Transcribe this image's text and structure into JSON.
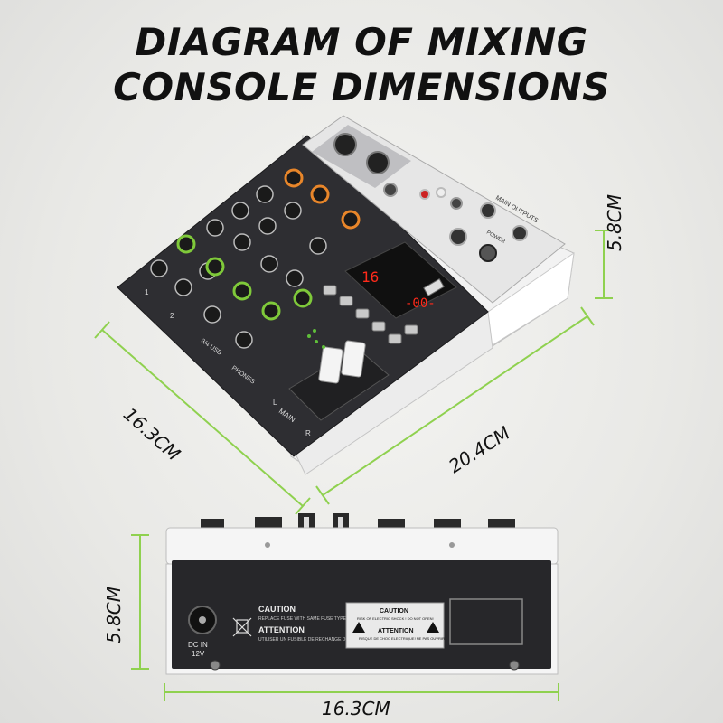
{
  "title": {
    "line1": "DIAGRAM OF MIXING",
    "line2": "CONSOLE DIMENSIONS"
  },
  "dimensions": {
    "top_height": "5.8CM",
    "top_depth": "16.3CM",
    "top_width": "20.4CM",
    "bottom_height": "5.8CM",
    "bottom_depth": "16.3CM"
  },
  "colors": {
    "dimension_line": "#8fd14f",
    "text": "#111111",
    "panel_dark": "#2b2b2e",
    "knob_green": "#7fc93a",
    "knob_orange": "#e8862a",
    "display_red": "#ff2a1a"
  },
  "console_labels": {
    "display_left": "16",
    "display_right": "-00-",
    "main_outputs": "MAIN OUTPUTS",
    "power": "POWER",
    "usb": "USB",
    "phones": "PHONES",
    "main_fader": "MAIN",
    "fader_l": "L",
    "fader_r": "R",
    "ch1": "1",
    "ch2": "2",
    "ch34": "3/4 USB"
  },
  "rear_panel": {
    "dc_in": "DC IN",
    "dc_voltage": "12V",
    "caution_title": "CAUTION",
    "caution_text": "REPLACE FUSE WITH SAME FUSE TYPE AND RATING",
    "attention_title": "ATTENTION",
    "attention_text": "UTILISER UN FUSIBLE DE RECHANGE DE MEME TYPE ET CALIBRE",
    "label_caution": "CAUTION",
    "label_caution_sub": "RISK OF ELECTRIC SHOCK ! DO NOT OPEN!",
    "label_attention": "ATTENTION",
    "label_attention_sub": "RISQUE DE CHOC ELECTRIQUE! NE PAS OUVRIR"
  }
}
